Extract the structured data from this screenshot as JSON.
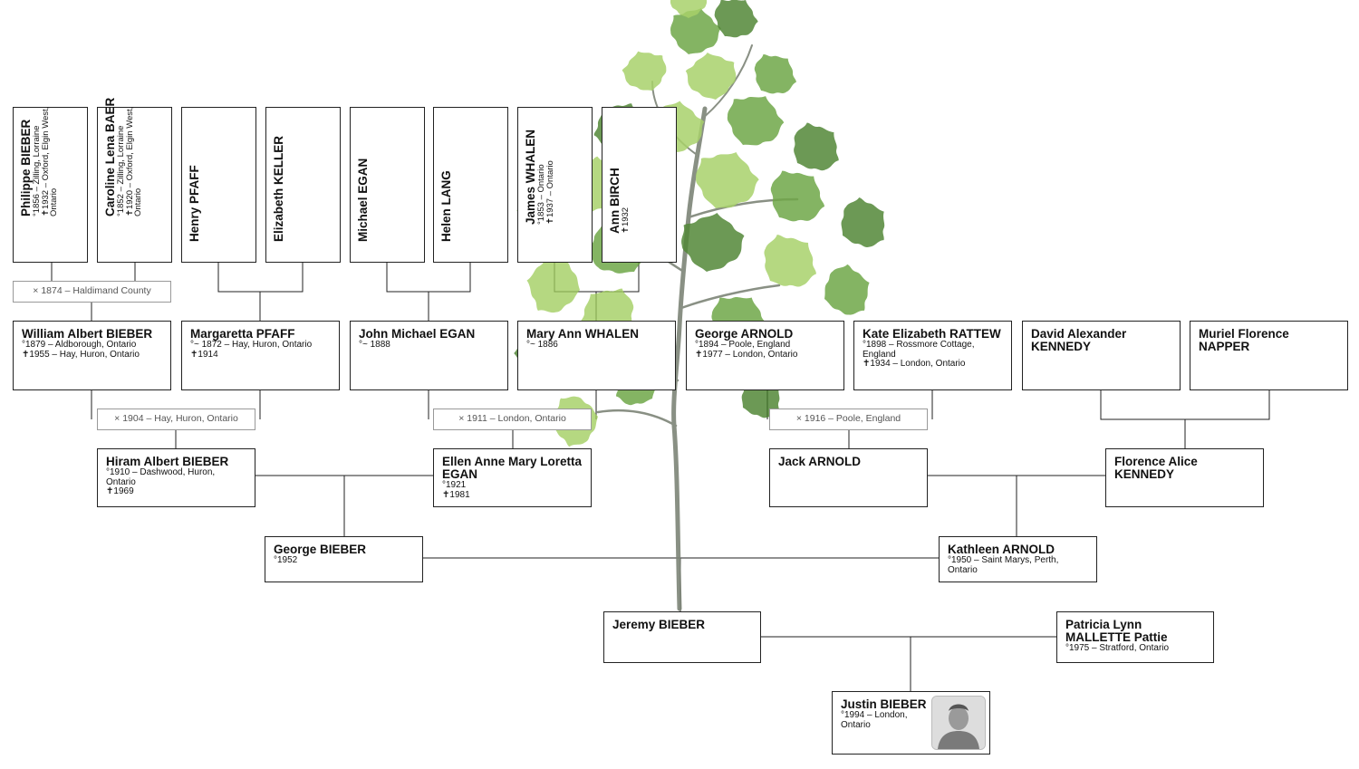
{
  "people": {
    "philippe": {
      "name": "Philippe BIEBER",
      "lines": [
        "°1856 – Zilling, Lorraine",
        "✝1932 – Oxford, Elgin West,",
        "Ontario"
      ]
    },
    "caroline": {
      "name": "Caroline Lena BAER",
      "lines": [
        "°1852 – Zilling, Lorraine",
        "✝1920 – Oxford, Elgin West,",
        "Ontario"
      ]
    },
    "henry": {
      "name": "Henry PFAFF",
      "lines": []
    },
    "elizabeth": {
      "name": "Elizabeth KELLER",
      "lines": []
    },
    "michael": {
      "name": "Michael EGAN",
      "lines": []
    },
    "helen": {
      "name": "Helen LANG",
      "lines": []
    },
    "james": {
      "name": "James WHALEN",
      "lines": [
        "°1853 – Ontario",
        "✝1937 – Ontario"
      ]
    },
    "ann": {
      "name": "Ann BIRCH",
      "lines": [
        "✝1932"
      ]
    },
    "william": {
      "name": "William Albert BIEBER",
      "lines": [
        "°1879 – Aldborough, Ontario",
        "✝1955 – Hay, Huron, Ontario"
      ]
    },
    "margaretta": {
      "name": "Margaretta PFAFF",
      "lines": [
        "°~ 1872 – Hay, Huron, Ontario",
        "✝1914"
      ]
    },
    "johnmichael": {
      "name": "John Michael EGAN",
      "lines": [
        "°~ 1888"
      ]
    },
    "maryann": {
      "name": "Mary Ann WHALEN",
      "lines": [
        "°~ 1886"
      ]
    },
    "george_arnold": {
      "name": "George ARNOLD",
      "lines": [
        "°1894 – Poole, England",
        "✝1977 – London, Ontario"
      ]
    },
    "kate": {
      "name": "Kate Elizabeth RATTEW",
      "lines": [
        "°1898 – Rossmore Cottage,",
        "England",
        "✝1934 – London, Ontario"
      ]
    },
    "david": {
      "name": "David Alexander KENNEDY",
      "lines": []
    },
    "muriel": {
      "name": "Muriel Florence NAPPER",
      "lines": []
    },
    "hiram": {
      "name": "Hiram Albert BIEBER",
      "lines": [
        "°1910 – Dashwood, Huron,",
        "Ontario",
        "✝1969"
      ]
    },
    "ellen": {
      "name": "Ellen Anne Mary Loretta EGAN",
      "lines": [
        "°1921",
        "✝1981"
      ]
    },
    "jack": {
      "name": "Jack ARNOLD",
      "lines": []
    },
    "florence": {
      "name": "Florence Alice KENNEDY",
      "lines": []
    },
    "george_bieber": {
      "name": "George BIEBER",
      "lines": [
        "°1952"
      ]
    },
    "kathleen": {
      "name": "Kathleen ARNOLD",
      "lines": [
        "°1950 – Saint Marys, Perth,",
        "Ontario"
      ]
    },
    "jeremy": {
      "name": "Jeremy BIEBER",
      "lines": []
    },
    "patricia": {
      "name": "Patricia Lynn MALLETTE Pattie",
      "lines": [
        "°1975 – Stratford, Ontario"
      ]
    },
    "justin": {
      "name": "Justin BIEBER",
      "lines": [
        "°1994 – London,",
        "Ontario"
      ]
    }
  },
  "marriages": {
    "m1874": "× 1874 – Haldimand County",
    "m1904": "× 1904 – Hay, Huron, Ontario",
    "m1911": "× 1911 – London, Ontario",
    "m1916": "× 1916 – Poole, England"
  },
  "colors": {
    "line": "#222222",
    "label_border": "#999999",
    "leaf_dark": "#3f7a22",
    "leaf_light": "#9fcc5a",
    "stem": "#8a8f86"
  },
  "icons": {
    "photo": "portrait-photo-icon",
    "tree": "oak-sapling-illustration"
  }
}
